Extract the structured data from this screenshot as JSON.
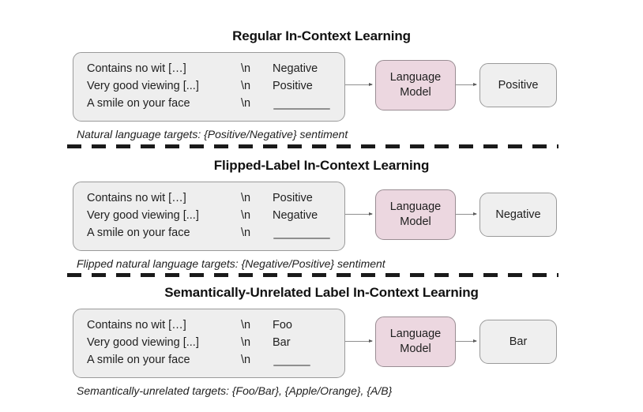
{
  "figure": {
    "background_color": "#ffffff",
    "accent_color": "#ecd7e0",
    "box_fill_color": "#eeeeee",
    "border_color": "#9a9a9a"
  },
  "sections": [
    {
      "heading": "Regular In-Context Learning",
      "prompt_rows": [
        {
          "text": "Contains no wit […]",
          "separator": "\\n",
          "label": "Negative"
        },
        {
          "text": "Very good viewing [...]",
          "separator": "\\n",
          "label": "Positive"
        },
        {
          "text": "A smile on your face",
          "separator": "\\n",
          "label": ""
        }
      ],
      "blank_style": "long",
      "model_label_line1": "Language",
      "model_label_line2": "Model",
      "output": "Positive",
      "caption": "Natural language targets: {Positive/Negative} sentiment"
    },
    {
      "heading": "Flipped-Label In-Context Learning",
      "prompt_rows": [
        {
          "text": "Contains no wit […]",
          "separator": "\\n",
          "label": "Positive"
        },
        {
          "text": "Very good viewing [...]",
          "separator": "\\n",
          "label": "Negative"
        },
        {
          "text": "A smile on your face",
          "separator": "\\n",
          "label": ""
        }
      ],
      "blank_style": "long",
      "model_label_line1": "Language",
      "model_label_line2": "Model",
      "output": "Negative",
      "caption": "Flipped natural language targets: {Negative/Positive} sentiment"
    },
    {
      "heading": "Semantically-Unrelated Label In-Context Learning",
      "prompt_rows": [
        {
          "text": "Contains no wit […]",
          "separator": "\\n",
          "label": "Foo"
        },
        {
          "text": "Very good viewing [...]",
          "separator": "\\n",
          "label": "Bar"
        },
        {
          "text": "A smile on your face",
          "separator": "\\n",
          "label": ""
        }
      ],
      "blank_style": "short",
      "model_label_line1": "Language",
      "model_label_line2": "Model",
      "output": "Bar",
      "caption": "Semantically-unrelated targets: {Foo/Bar}, {Apple/Orange}, {A/B}"
    }
  ]
}
